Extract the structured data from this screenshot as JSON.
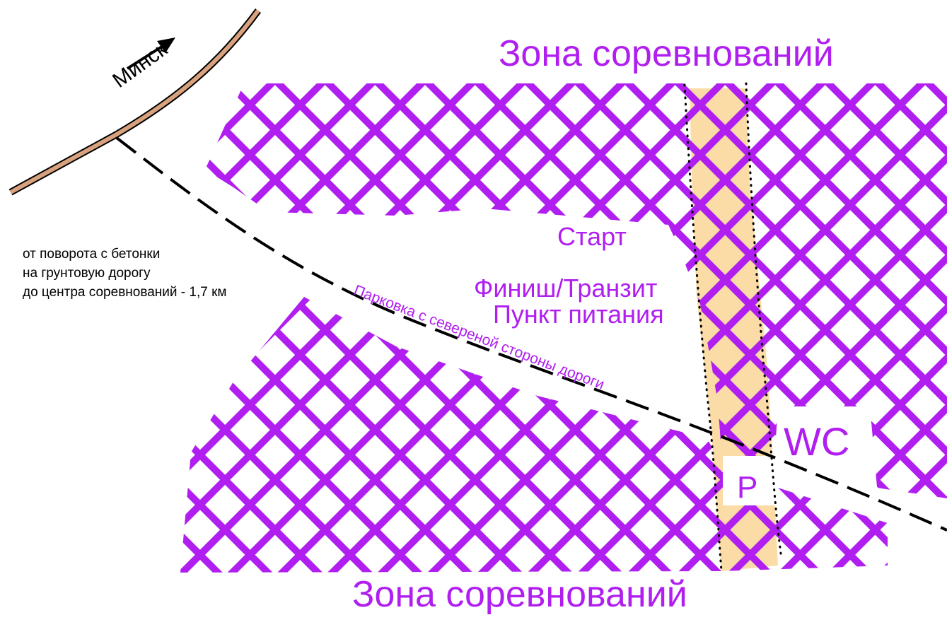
{
  "labels": {
    "zone_top": "Зона соревнований",
    "zone_bottom": "Зона соревнований",
    "start": "Старт",
    "finish": "Финиш/Транзит",
    "feed": "Пункт питания",
    "wc": "WC",
    "parking": "P",
    "minsk": "Минск",
    "parking_note": "Парковка с северeной стороны дороги",
    "distance_note": [
      "от поворота с бетонки",
      "на грунтовую дорогу",
      "до центра соревнований - 1,7 км"
    ]
  },
  "colors": {
    "zone": "#b01ef0",
    "strip": "#fbdca6",
    "highway": "#d9a27f",
    "text": "#000000"
  }
}
